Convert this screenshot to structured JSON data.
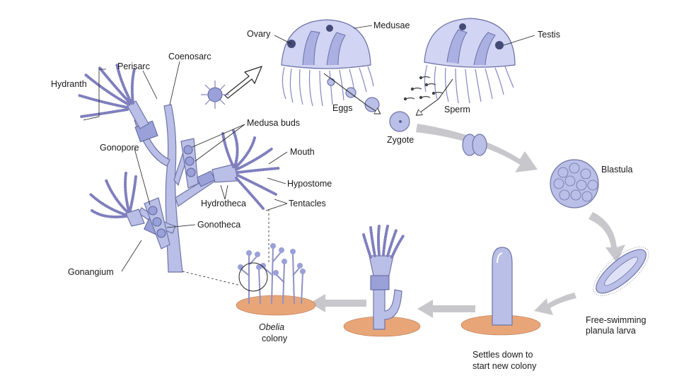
{
  "labels": {
    "hydranth": "Hydranth",
    "perisarc": "Perisarc",
    "coenosarc": "Coenosarc",
    "ovary": "Ovary",
    "medusae": "Medusae",
    "testis": "Testis",
    "medusa_buds": "Medusa buds",
    "eggs": "Eggs",
    "sperm": "Sperm",
    "zygote": "Zygote",
    "gonopore": "Gonopore",
    "mouth": "Mouth",
    "hypostome": "Hypostome",
    "hydrotheca": "Hydrotheca",
    "tentacles": "Tentacles",
    "gonotheca": "Gonotheca",
    "gonangium": "Gonangium",
    "blastula": "Blastula",
    "planula_line1": "Free-swimming",
    "planula_line2": "planula larva",
    "settles_line1": "Settles down to",
    "settles_line2": "start new colony",
    "obelia_italic": "Obelia",
    "obelia_colony": "colony"
  },
  "colors": {
    "lavender": "#b9bfe6",
    "outline": "#6f74a8",
    "flow_arrow": "#c8c8cc",
    "substrate": "#e8a678"
  }
}
